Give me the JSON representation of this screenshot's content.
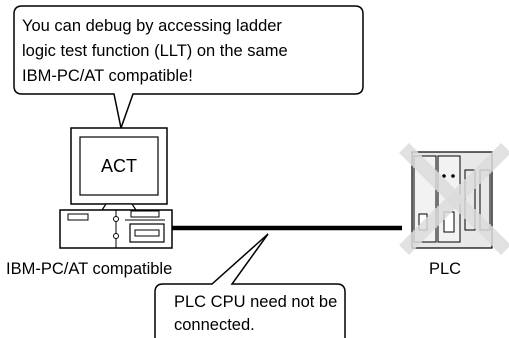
{
  "top_callout": {
    "lines": [
      "You can debug by accessing ladder",
      "logic test function (LLT) on the same",
      "IBM-PC/AT compatible!"
    ]
  },
  "computer": {
    "screen_text": "ACT",
    "label": "IBM-PC/AT compatible"
  },
  "plc": {
    "label": "PLC",
    "cross_mark_color": "#dcdcdc"
  },
  "bottom_callout": {
    "lines": [
      "PLC CPU need not be",
      "connected."
    ]
  },
  "colors": {
    "line": "#000000",
    "plc_body": "#e8e8e8"
  }
}
